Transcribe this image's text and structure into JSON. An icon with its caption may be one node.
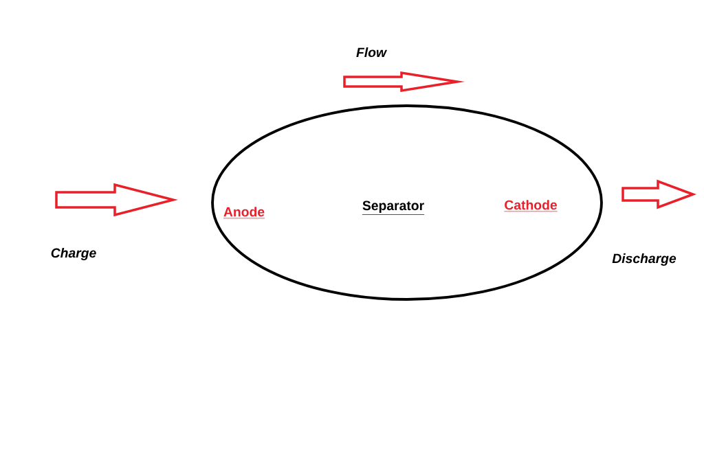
{
  "diagram": {
    "nodes": [
      {
        "text": [
          "Anode",
          "Separator",
          "Cathode"
        ]
      }
    ],
    "labels": [
      "Flow",
      "Charge",
      "Discharge"
    ]
  }
}
